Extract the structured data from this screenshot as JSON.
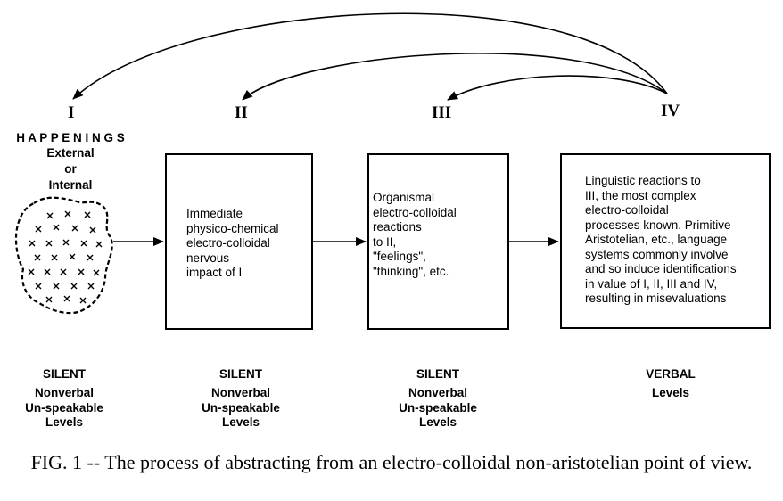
{
  "levels": {
    "i": "I",
    "ii": "II",
    "iii": "III",
    "iv": "IV"
  },
  "happenings": {
    "title": "H A P P E N I N G S",
    "line1": "External",
    "line2": "or",
    "line3": "Internal"
  },
  "boxes": {
    "ii": "Immediate\nphysico-chemical\nelectro-colloidal\nnervous\nimpact of I",
    "iii": "Organismal\nelectro-colloidal\nreactions\nto II,\n\"feelings\",\n\"thinking\", etc.",
    "iv": "Linguistic reactions to\nIII, the most complex\nelectro-colloidal\nprocesses known. Primitive\nAristotelian, etc., language\nsystems commonly involve\nand so induce identifications\nin value of I, II, III and IV,\nresulting in misevaluations"
  },
  "bottom_labels": {
    "col1": {
      "heading": "SILENT",
      "sub": "Nonverbal\nUn-speakable\nLevels"
    },
    "col2": {
      "heading": "SILENT",
      "sub": "Nonverbal\nUn-speakable\nLevels"
    },
    "col3": {
      "heading": "SILENT",
      "sub": "Nonverbal\nUn-speakable\nLevels"
    },
    "col4": {
      "heading": "VERBAL",
      "sub": "Levels"
    }
  },
  "caption": "FIG. 1 -- The process of abstracting from an electro-colloidal non-aristotelian point of view."
}
